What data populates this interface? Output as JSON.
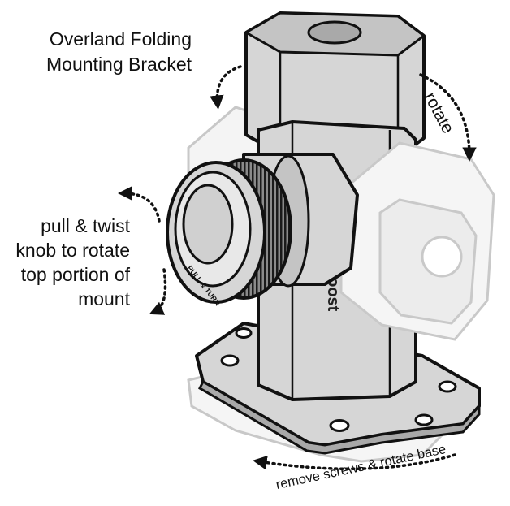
{
  "title": {
    "line1": "Overland Folding",
    "line2": "Mounting  Bracket"
  },
  "knob_instruction": {
    "line1": "pull & twist",
    "line2": "knob to rotate",
    "line3": "top portion of",
    "line4": "mount"
  },
  "rotate_label": "rotate",
  "base_instruction": "remove screws & rotate base",
  "knob_ring_text": "PULL & TURN",
  "brand_text": "weBoost",
  "colors": {
    "outline": "#111111",
    "body_fill": "#d6d6d6",
    "body_dark": "#a9a9a9",
    "ghost_fill": "#f4f4f4",
    "ghost_stroke": "#c8c8c8",
    "arrow": "#111111"
  },
  "icons": [
    "arrow-rotate-top-icon",
    "arrow-rotate-right-icon",
    "arrow-knob-up-icon",
    "arrow-knob-down-icon",
    "arrow-base-icon"
  ]
}
